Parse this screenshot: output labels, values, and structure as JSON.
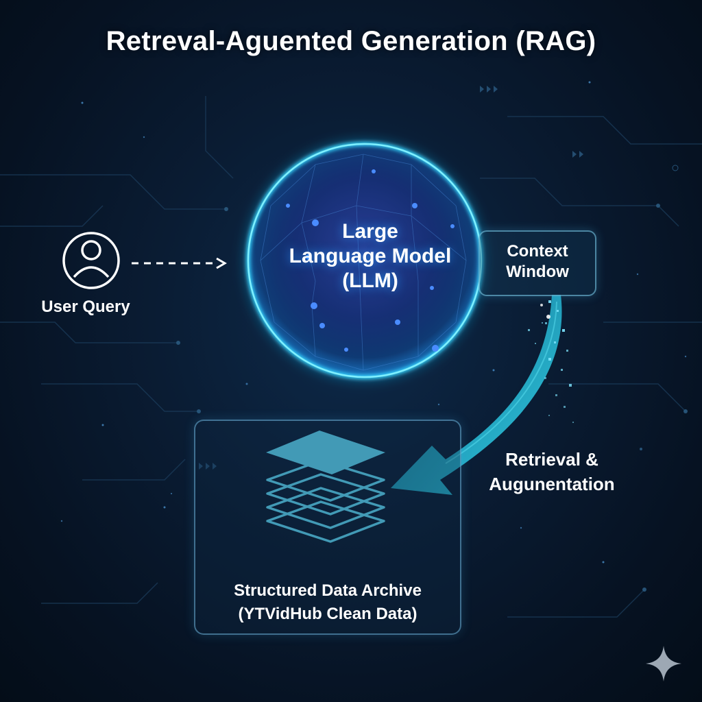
{
  "title": "Retreval-Aguented Generation (RAG)",
  "llm": {
    "line1": "Large",
    "line2": "Language Model",
    "line3": "(LLM)"
  },
  "context_window": {
    "line1": "Context",
    "line2": "Window"
  },
  "user": {
    "label": "User Query",
    "icon": "user-icon"
  },
  "archive": {
    "line1": "Structured Data Archive",
    "line2": "(YTVidHub Clean Data)",
    "icon": "stacked-layers-icon"
  },
  "retrieval": {
    "line1": "Retrieval &",
    "line2": "Augunentation"
  },
  "colors": {
    "background": "#081a2e",
    "accent_cyan": "#2fd6f0",
    "glow_blue": "#3aa8ff",
    "text": "#ffffff"
  },
  "decorations": {
    "corner_icon": "sparkle-icon"
  }
}
